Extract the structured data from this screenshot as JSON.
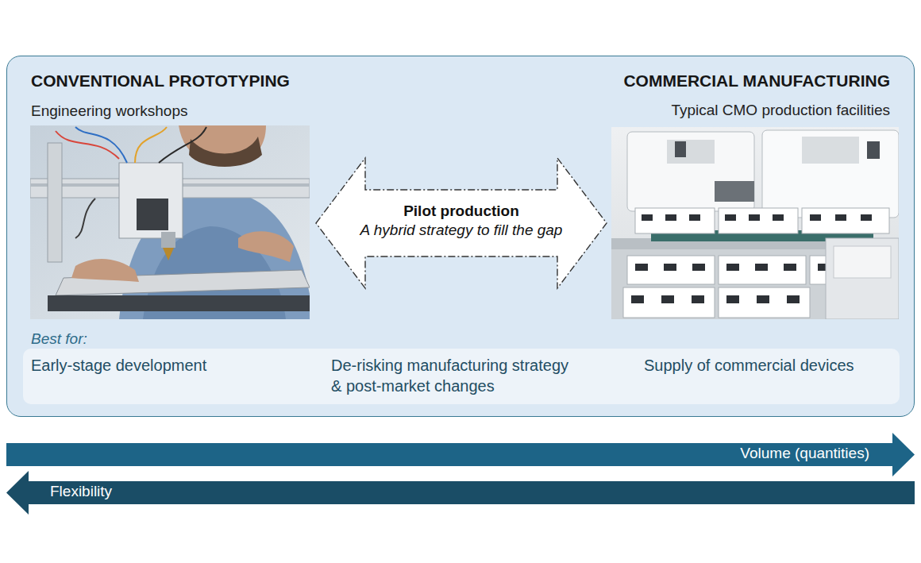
{
  "diagram": {
    "nodes": [
      {
        "text": [
          "CONVENTIONAL PROTOTYPING",
          "Engineering workshops",
          "COMMERCIAL MANUFACTURING",
          "Typical CMO production facilities",
          "Best for:"
        ]
      },
      {
        "text": [
          "Pilot production",
          "A hybrid strategy to fill the gap"
        ],
        "in": 0
      },
      {
        "text": [
          "Early-stage development",
          "De-risking manufacturing strategy & post-market changes",
          "Supply of commercial devices"
        ],
        "in": 0
      },
      {
        "text": [
          "Volume (quantities)"
        ]
      },
      {
        "text": [
          "Flexibility"
        ]
      }
    ]
  }
}
